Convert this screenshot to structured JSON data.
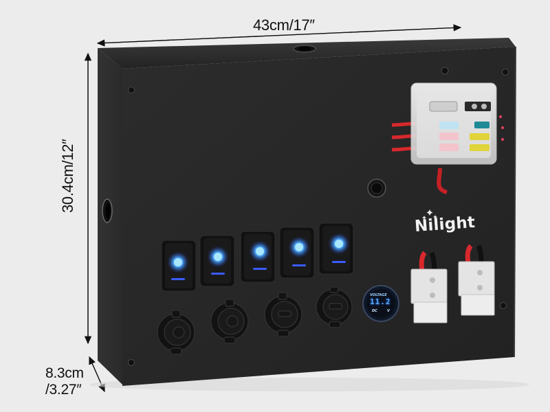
{
  "dimensions": {
    "width": "43cm/17″",
    "height": "30.4cm/12″",
    "depth_line1": "8.3cm",
    "depth_line2": "/3.27″"
  },
  "brand": {
    "name": "Nilight"
  },
  "voltmeter": {
    "title": "VOLTAGE",
    "reading": "11.2",
    "left_unit": "DC",
    "right_unit": "V",
    "display_color": "#3d8bff"
  },
  "switch_panel": {
    "rocker_switches": [
      {
        "id": 1,
        "led_color": "#3b5bff",
        "state": "on"
      },
      {
        "id": 2,
        "led_color": "#3b5bff",
        "state": "on"
      },
      {
        "id": 3,
        "led_color": "#3b5bff",
        "state": "on"
      },
      {
        "id": 4,
        "led_color": "#3b5bff",
        "state": "on"
      },
      {
        "id": 5,
        "led_color": "#3b5bff",
        "state": "on"
      }
    ],
    "socket_outlets": [
      {
        "id": 1,
        "type": "12V socket"
      },
      {
        "id": 2,
        "type": "12V socket"
      },
      {
        "id": 3,
        "type": "USB socket"
      },
      {
        "id": 4,
        "type": "USB socket"
      }
    ],
    "fuse_block": {
      "fuses": [
        "light-blue",
        "pink",
        "pink",
        "teal",
        "yellow",
        "yellow"
      ]
    },
    "power_connectors": [
      {
        "id": 1,
        "color": "#e4e4e4"
      },
      {
        "id": 2,
        "color": "#e4e4e4"
      }
    ]
  },
  "colors": {
    "background": "#ececec",
    "box_body": "#2b2b2b",
    "box_face": "#262626",
    "wire_red": "#d8282c"
  }
}
